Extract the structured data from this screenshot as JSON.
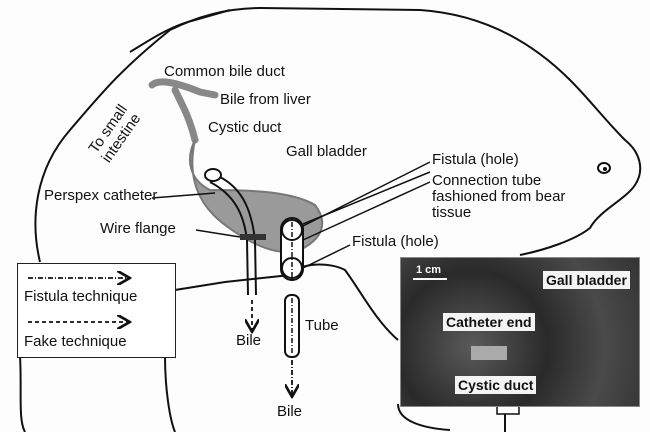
{
  "labels": {
    "common_bile_duct": "Common bile duct",
    "bile_from_liver": "Bile from liver",
    "to_small_intestine": "To small intestine",
    "cystic_duct": "Cystic duct",
    "gall_bladder": "Gall bladder",
    "perspex_catheter": "Perspex catheter",
    "wire_flange": "Wire flange",
    "fistula_hole_top": "Fistula (hole)",
    "connection_tube": "Connection tube fashioned from bear tissue",
    "fistula_hole_bottom": "Fistula (hole)",
    "tube": "Tube",
    "bile_left": "Bile",
    "bile_bottom": "Bile"
  },
  "legend": {
    "fistula_technique": "Fistula technique",
    "fake_technique": "Fake technique"
  },
  "photo": {
    "scale": "1 cm",
    "gall_bladder": "Gall bladder",
    "catheter_end": "Catheter end",
    "cystic_duct": "Cystic duct"
  }
}
